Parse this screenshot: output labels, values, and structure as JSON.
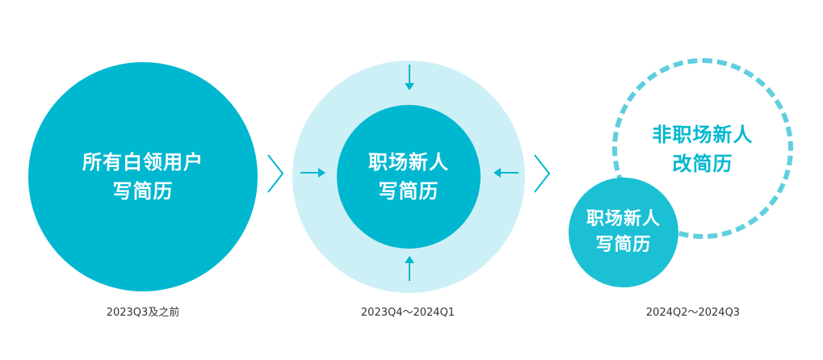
{
  "colors": {
    "primary": "#00b7d0",
    "light_ring": "#cdf0f6",
    "dashed": "#5fcfdf",
    "mid_circle": "#1cc0d4",
    "label": "#333333",
    "white": "#ffffff"
  },
  "stages": [
    {
      "label": "2023Q3及之前",
      "circle_text": [
        "所有白领用户",
        "写简历"
      ]
    },
    {
      "label": "2023Q4～2024Q1",
      "circle_text": [
        "职场新人",
        "写简历"
      ]
    },
    {
      "label": "2024Q2～2024Q3",
      "dashed_text": [
        "非职场新人",
        "改简历"
      ],
      "circle_text": [
        "职场新人",
        "写简历"
      ]
    }
  ],
  "icons": {
    "separator": "chevron-right-icon",
    "inward": "arrow-icon"
  }
}
